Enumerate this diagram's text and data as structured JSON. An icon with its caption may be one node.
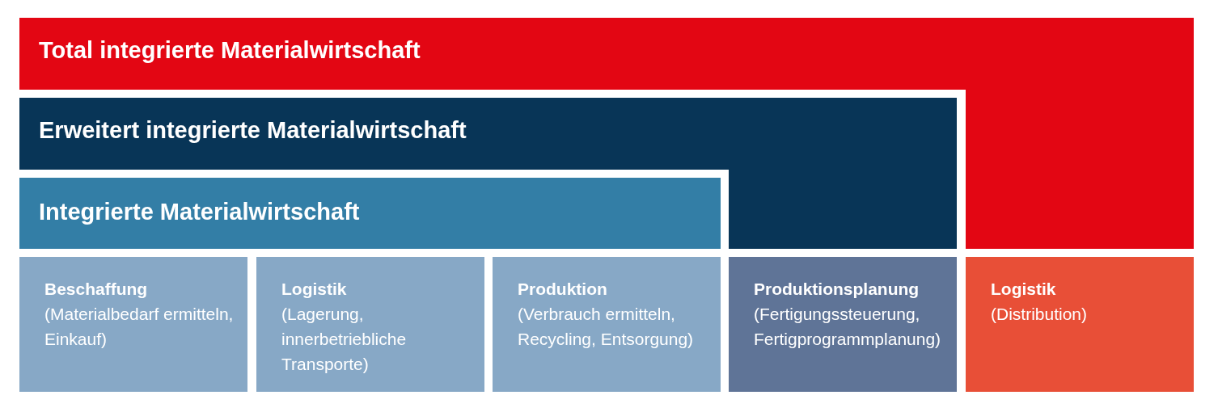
{
  "diagram": {
    "nodes": [
      {
        "text": [
          "Total integrierte Materialwirtschaft"
        ]
      },
      {
        "text": [
          "Erweitert integrierte Materialwirtschaft"
        ]
      },
      {
        "text": [
          "Integrierte Materialwirtschaft"
        ]
      },
      {
        "text": [
          "Beschaffung",
          "(Materialbedarf ermitteln, Einkauf)"
        ]
      },
      {
        "text": [
          "Logistik",
          "(Lagerung, innerbetriebliche Transporte)"
        ]
      },
      {
        "text": [
          "Produktion",
          "(Verbrauch ermitteln, Recycling, Entsorgung)"
        ]
      },
      {
        "text": [
          "Produktionsplanung",
          "(Fertigungssteuerung, Fertigprogrammplanung)"
        ]
      },
      {
        "text": [
          "Logistik",
          "(Distribution)"
        ]
      }
    ],
    "edges": []
  }
}
